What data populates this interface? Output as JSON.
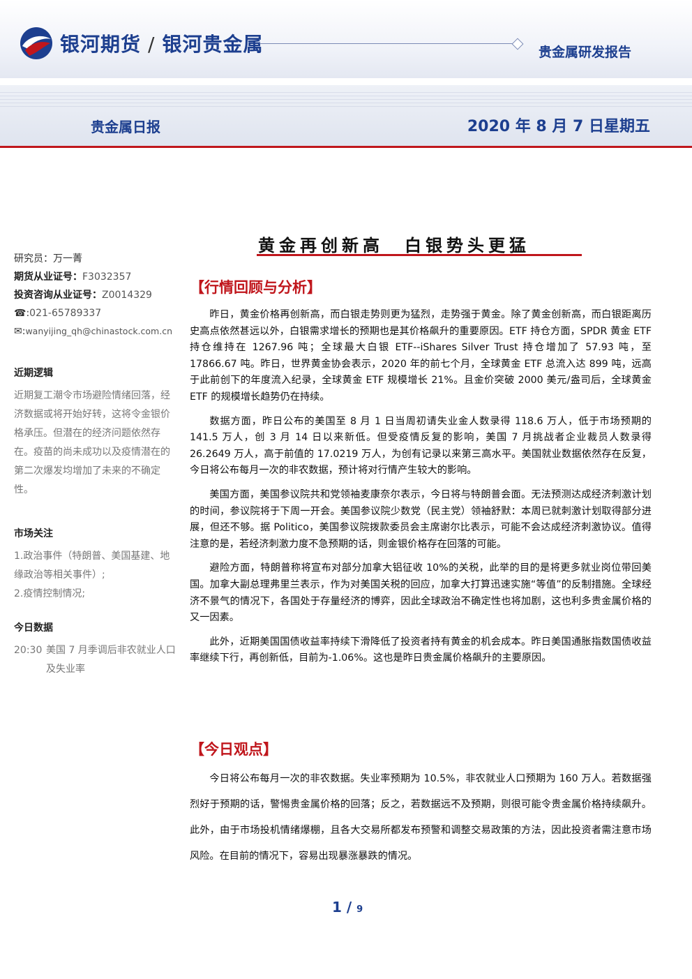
{
  "header": {
    "brand_main": "银河期货",
    "brand_sep": "/",
    "brand_sub": "银河贵金属",
    "report_type": "贵金属研发报告",
    "daily_title": "贵金属日报",
    "date": "2020 年 8 月 7 日星期五"
  },
  "sidebar": {
    "analyst": "研究员：万一菁",
    "futures_label": "期货从业证号：",
    "futures_no": "F3032357",
    "invest_label": "投资咨询从业证号：",
    "invest_no": "Z0014329",
    "phone": "021-65789337",
    "email": "wanyijing_qh@chinastock.com.cn",
    "logic_title": "近期逻辑",
    "logic_text": "近期复工潮令市场避险情绪回落，经济数据或将开始好转，这将令金银价格承压。但潜在的经济问题依然存在。疫苗的尚未成功以及疫情潜在的第二次爆发均增加了未来的不确定性。",
    "focus_title": "市场关注",
    "focus_items": [
      "1.政治事件（特朗普、美国基建、地缘政治等相关事件）;",
      "2.疫情控制情况;"
    ],
    "data_title": "今日数据",
    "data_time": "20:30",
    "data_item": "美国 7 月季调后非农就业人口及失业率"
  },
  "main": {
    "title": "黄金再创新高　白银势头更猛",
    "section1_title": "【行情回顾与分析】",
    "section1_paras": [
      "昨日，黄金价格再创新高，而白银走势则更为猛烈，走势强于黄金。除了黄金创新高，而白银距离历史高点依然甚远以外，白银需求增长的预期也是其价格飙升的重要原因。ETF 持仓方面，SPDR 黄金 ETF 持仓维持在 1267.96 吨；全球最大白银 ETF--iShares Silver Trust 持仓增加了 57.93 吨，至 17866.67 吨。昨日，世界黄金协会表示，2020 年的前七个月，全球黄金 ETF 总流入达 899 吨，远高于此前创下的年度流入纪录，全球黄金 ETF 规模增长 21%。且金价突破 2000 美元/盎司后，全球黄金 ETF 的规模增长趋势仍在持续。",
      "数据方面，昨日公布的美国至 8 月 1 日当周初请失业金人数录得 118.6 万人，低于市场预期的 141.5 万人，创 3 月 14 日以来新低。但受疫情反复的影响，美国 7 月挑战者企业裁员人数录得 26.2649 万人，高于前值的 17.0219 万人，为创有记录以来第三高水平。美国就业数据依然存在反复，今日将公布每月一次的非农数据，预计将对行情产生较大的影响。",
      "美国方面，美国参议院共和党领袖麦康奈尔表示，今日将与特朗普会面。无法预测达成经济刺激计划的时间，参议院将于下周一开会。美国参议院少数党（民主党）领袖舒默：本周已就刺激计划取得部分进展，但还不够。据 Politico，美国参议院拨款委员会主席谢尔比表示，可能不会达成经济刺激协议。值得注意的是，若经济刺激力度不急预期的话，则金银价格存在回落的可能。",
      "避险方面，特朗普称将宣布对部分加拿大铝征收 10%的关税，此举的目的是将更多就业岗位带回美国。加拿大副总理弗里兰表示，作为对美国关税的回应，加拿大打算迅速实施“等值”的反制措施。全球经济不景气的情况下，各国处于存量经济的博弈，因此全球政治不确定性也将加剧，这也利多贵金属价格的又一因素。",
      "此外，近期美国国债收益率持续下滑降低了投资者持有黄金的机会成本。昨日美国通胀指数国债收益率继续下行，再创新低，目前为-1.06%。这也是昨日贵金属价格飙升的主要原因。"
    ],
    "section2_title": "【今日观点】",
    "section2_para": "今日将公布每月一次的非农数据。失业率预期为 10.5%，非农就业人口预期为 160 万人。若数据强烈好于预期的话，警惕贵金属价格的回落；反之，若数据远不及预期，则很可能令贵金属价格持续飙升。此外，由于市场投机情绪爆棚，且各大交易所都发布预警和调整交易政策的方法，因此投资者需注意市场风险。在目前的情况下，容易出现暴涨暴跌的情况。"
  },
  "footer": {
    "page": "1",
    "sep": "/",
    "total": "9"
  },
  "colors": {
    "brand_blue": "#1d3f8f",
    "accent_red": "#c0161c"
  }
}
